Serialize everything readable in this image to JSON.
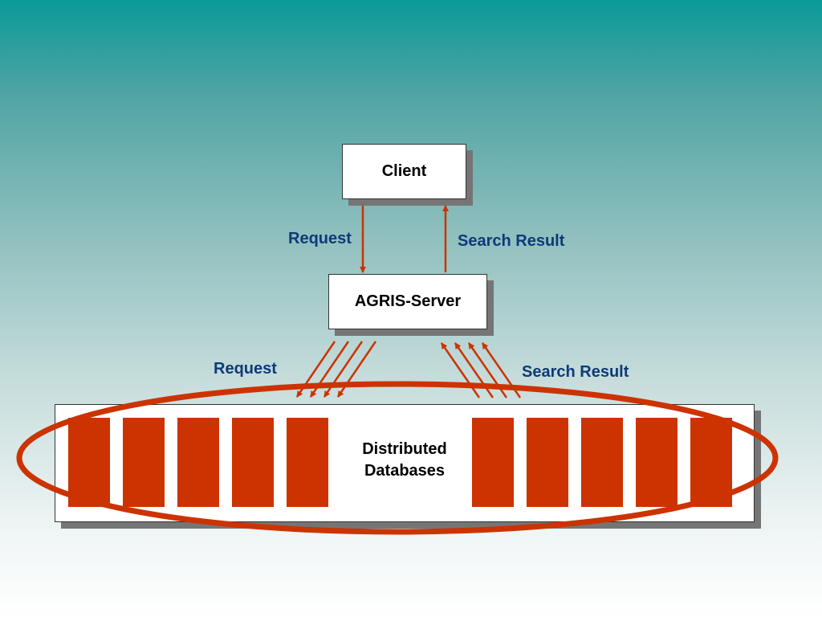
{
  "colors": {
    "arrow": "#cc3300",
    "database_bar": "#cc3300",
    "label_text": "#0d3a78",
    "ring": "#cc3300"
  },
  "client": {
    "label": "Client"
  },
  "server": {
    "label": "AGRIS-Server"
  },
  "databases": {
    "line1": "Distributed",
    "line2": "Databases",
    "bar_count": 10
  },
  "labels": {
    "client_request": "Request",
    "client_result": "Search Result",
    "db_request": "Request",
    "db_result": "Search Result"
  }
}
